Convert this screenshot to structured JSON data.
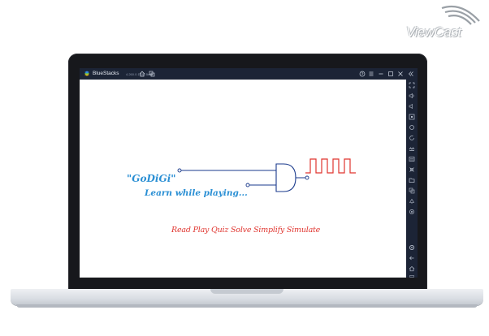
{
  "watermark": {
    "brand": "ViewCast"
  },
  "emulator": {
    "name": "BlueStacks",
    "version": "4.260.0.1032 Beta",
    "toolbar_icons": [
      "home-icon",
      "multi-instance-icon"
    ],
    "window_icons": [
      "help-icon",
      "menu-icon",
      "minimize-icon",
      "maximize-icon",
      "close-icon",
      "collapse-sidebar-icon"
    ],
    "sidebar_icons": [
      "fullscreen-icon",
      "volume-up-icon",
      "volume-down-icon",
      "keyboard-icon",
      "screenshot-icon",
      "rotate-icon",
      "shake-icon",
      "macro-icon",
      "location-icon",
      "folder-icon",
      "copy-icon",
      "eco-mode-icon",
      "sync-icon",
      "settings-icon",
      "back-icon",
      "android-home-icon",
      "recent-apps-icon"
    ]
  },
  "app": {
    "title": "\"GoDiGi\"",
    "subtitle": "Learn while playing...",
    "tagline": "Read Play Quiz Solve Simplify Simulate",
    "colors": {
      "primary": "#2a8fd4",
      "wire": "#1a3a8c",
      "waveform": "#e0352f",
      "tagline": "#e0352f"
    }
  }
}
